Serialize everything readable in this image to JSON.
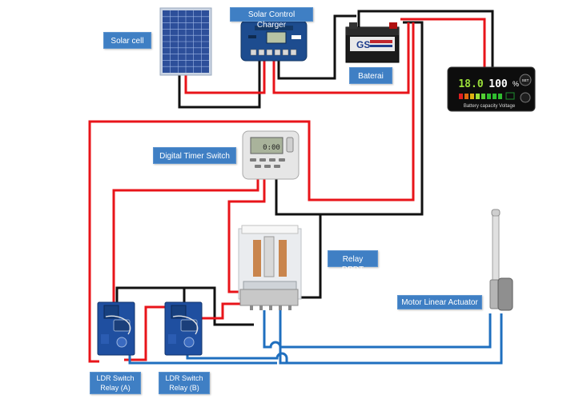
{
  "labels": {
    "solar_cell": "Solar cell",
    "solar_control_charger": "Solar Control Charger",
    "baterai": "Baterai",
    "digital_timer_switch": "Digital Timer Switch",
    "relay_dpdt": "Relay DPDT",
    "motor_linear_actuator": "Motor Linear Actuator",
    "ldr_a": "LDR Switch Relay (A)",
    "ldr_b": "LDR Switch Relay (B)"
  },
  "battery_meter": {
    "voltage_reading": "18.0",
    "percent_reading": "100",
    "percent_unit": "%",
    "set_button": "SET",
    "caption": "Battery capacity Voltage"
  },
  "battery": {
    "brand": "GS"
  },
  "timer": {
    "display": "0:00"
  },
  "colors": {
    "positive_wire": "#e8141a",
    "negative_wire": "#111111",
    "motor_wire": "#1f6fbf",
    "label_bg": "#3f7fc4"
  }
}
